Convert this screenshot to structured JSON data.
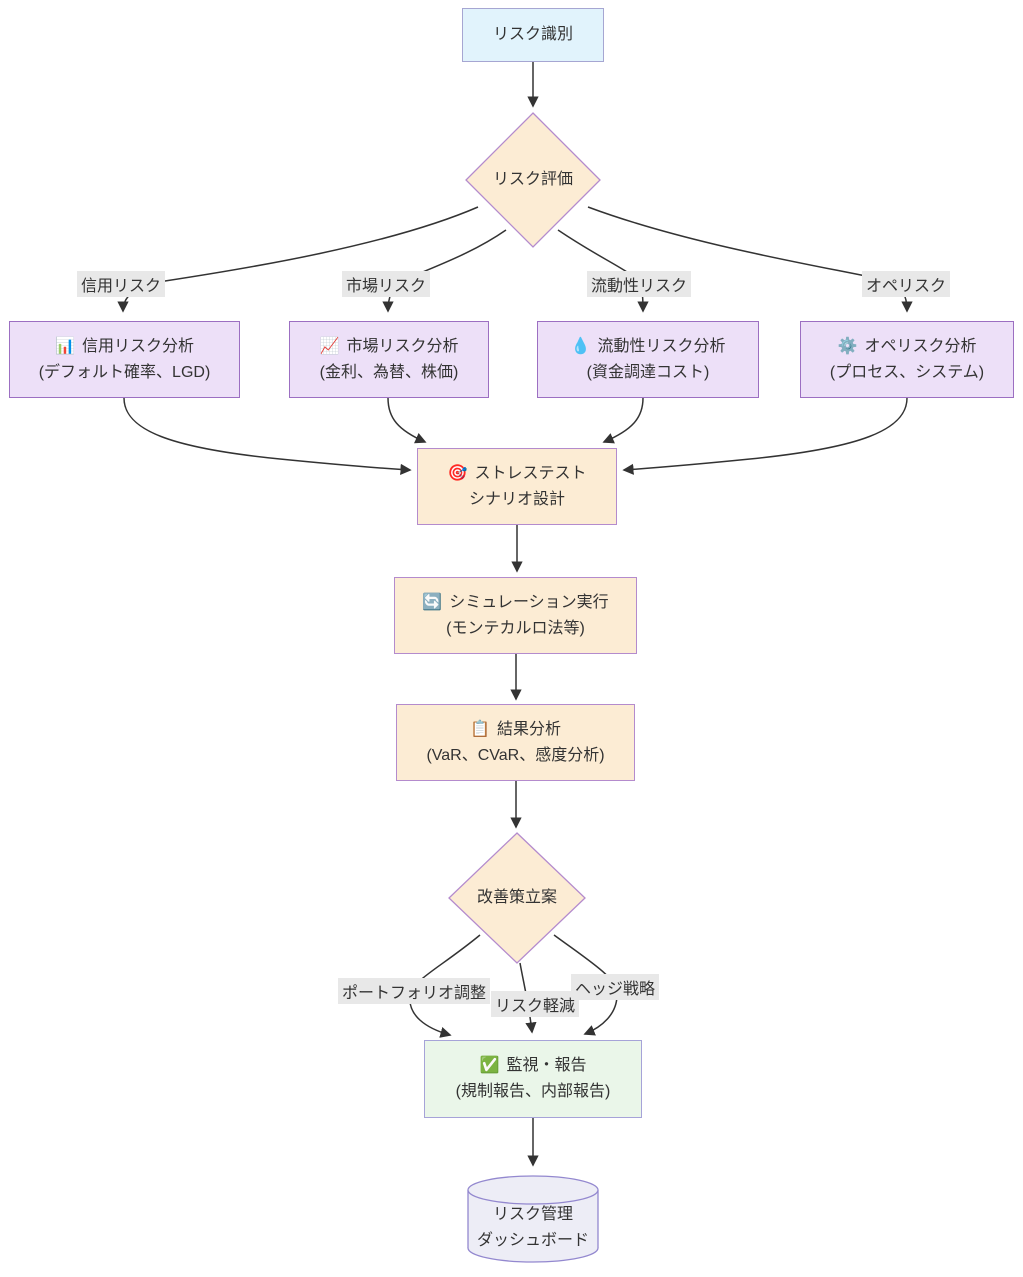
{
  "colors": {
    "edge": "#333333",
    "node_text": "#333333",
    "start_fill": "#e1f3fc",
    "start_border": "#a6a6d2",
    "decision_fill": "#fcecd4",
    "decision_border": "#b48bcd",
    "analysis_fill": "#ede0f8",
    "analysis_border": "#9c6fc2",
    "process_fill": "#fcecd4",
    "process_border": "#b48bcd",
    "monitor_fill": "#eaf6e9",
    "monitor_border": "#a6a3d8",
    "db_fill": "#ededf6",
    "db_border": "#9388cf",
    "edge_label_bg": "#e8e8e8"
  },
  "nodes": {
    "risk_identification": {
      "label": "リスク識別"
    },
    "risk_evaluation": {
      "label": "リスク評価"
    },
    "credit_analysis": {
      "icon": "📊",
      "title": "信用リスク分析",
      "subtitle": "(デフォルト確率、LGD)"
    },
    "market_analysis": {
      "icon": "📈",
      "title": "市場リスク分析",
      "subtitle": "(金利、為替、株価)"
    },
    "liquidity_analysis": {
      "icon": "💧",
      "title": "流動性リスク分析",
      "subtitle": "(資金調達コスト)"
    },
    "ops_analysis": {
      "icon": "⚙️",
      "title": "オペリスク分析",
      "subtitle": "(プロセス、システム)"
    },
    "stress_test": {
      "icon": "🎯",
      "title": "ストレステスト",
      "subtitle": "シナリオ設計"
    },
    "simulation": {
      "icon": "🔄",
      "title": "シミュレーション実行",
      "subtitle": "(モンテカルロ法等)"
    },
    "result_analysis": {
      "icon": "📋",
      "title": "結果分析",
      "subtitle": "(VaR、CVaR、感度分析)"
    },
    "improvement": {
      "label": "改善策立案"
    },
    "monitoring": {
      "icon": "✅",
      "title": "監視・報告",
      "subtitle": "(規制報告、内部報告)"
    },
    "dashboard": {
      "line1": "リスク管理",
      "line2": "ダッシュボード"
    }
  },
  "edge_labels": {
    "credit": "信用リスク",
    "market": "市場リスク",
    "liquidity": "流動性リスク",
    "ops": "オペリスク",
    "portfolio": "ポートフォリオ調整",
    "mitigation": "リスク軽減",
    "hedge": "ヘッジ戦略"
  }
}
